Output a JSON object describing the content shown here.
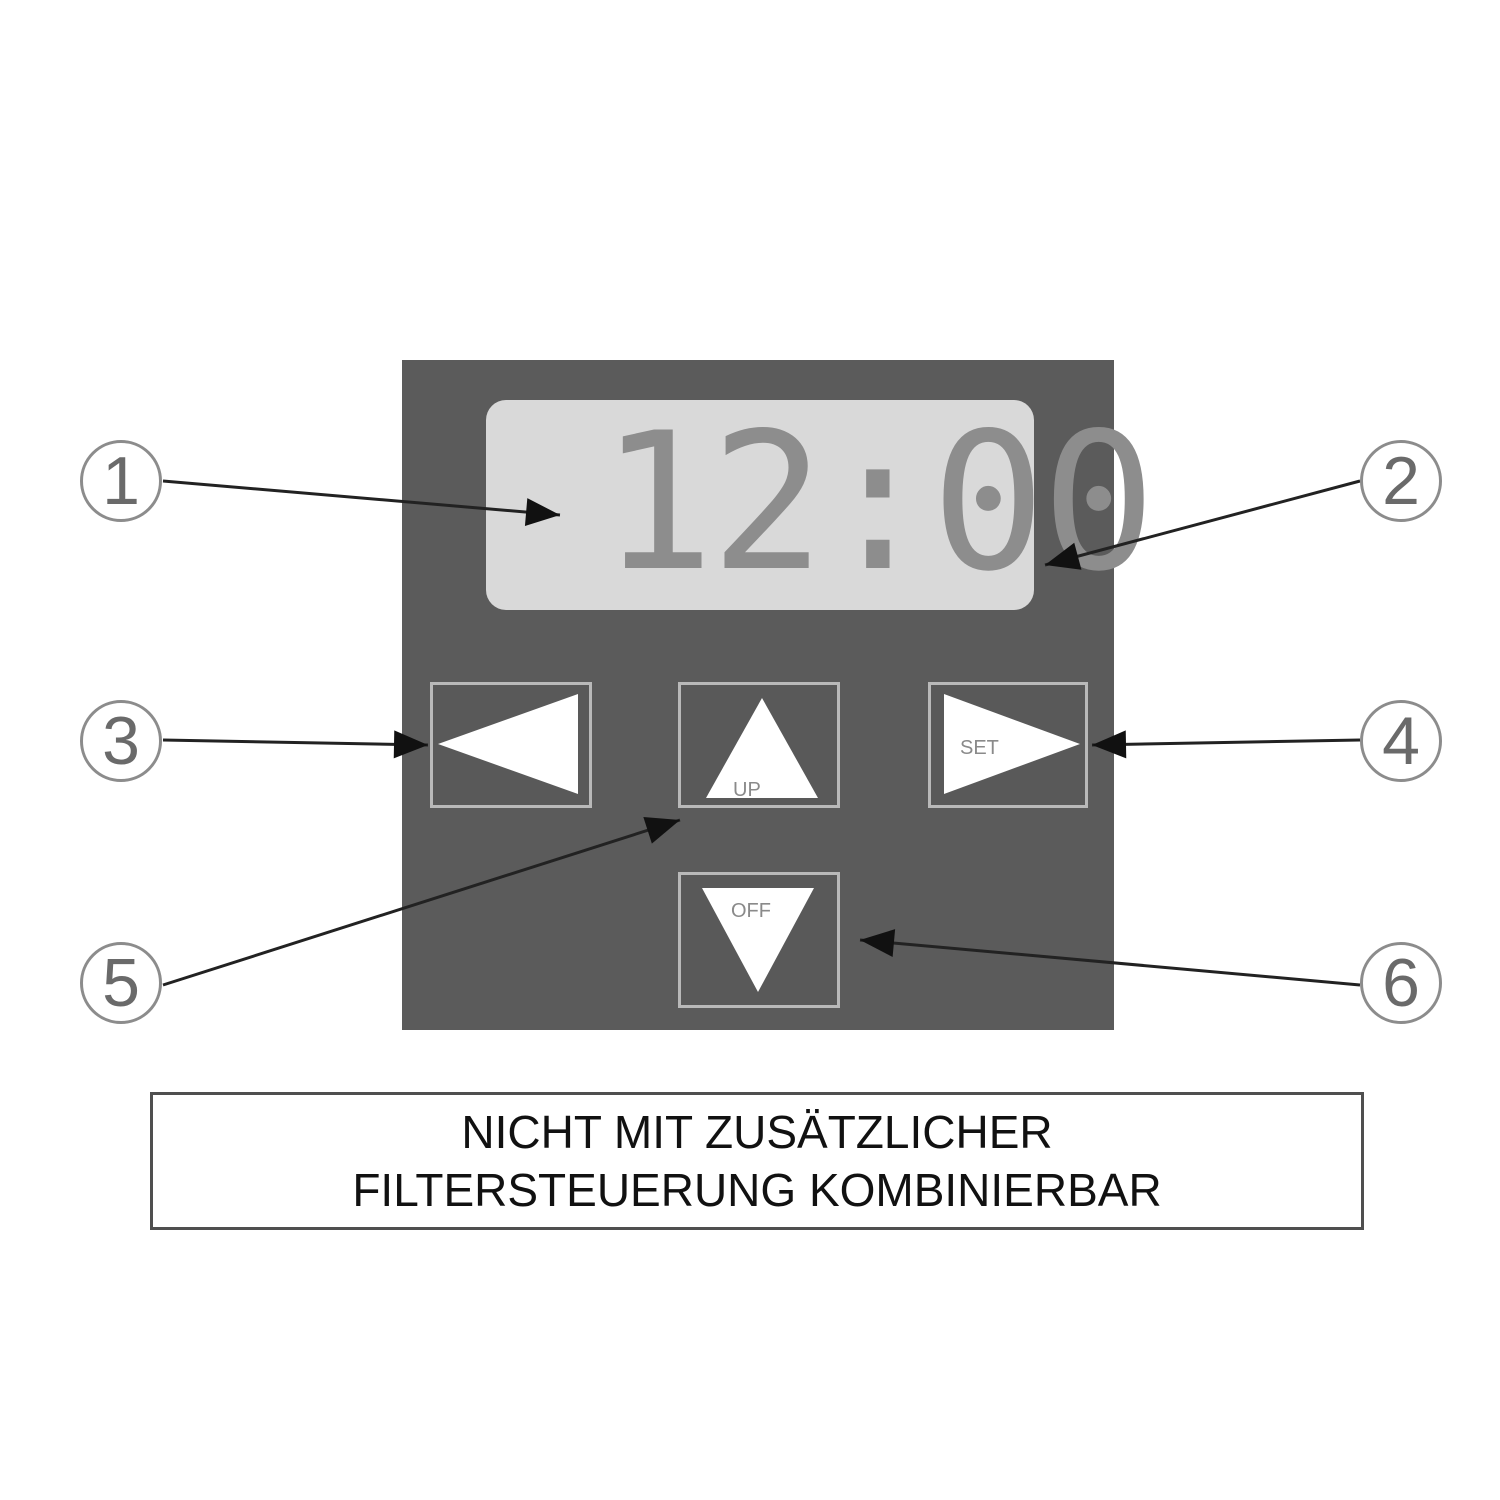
{
  "display": {
    "time": "12:00"
  },
  "keys": {
    "left": {
      "icon": "arrow-left-icon"
    },
    "up": {
      "icon": "arrow-up-icon",
      "label": "UP"
    },
    "right": {
      "icon": "arrow-right-icon",
      "label": "SET"
    },
    "down": {
      "icon": "arrow-down-icon",
      "label": "OFF"
    }
  },
  "callouts": [
    "1",
    "2",
    "3",
    "4",
    "5",
    "6"
  ],
  "notice": {
    "line1": "NICHT MIT ZUSÄTZLICHER",
    "line2": "FILTERSTEUERUNG KOMBINIERBAR"
  },
  "colors": {
    "panel": "#5b5b5b",
    "lcd": "#d9d9d9",
    "segments": "#8d8d8d",
    "arrows": "#ffffff",
    "leaders": "#222222"
  }
}
